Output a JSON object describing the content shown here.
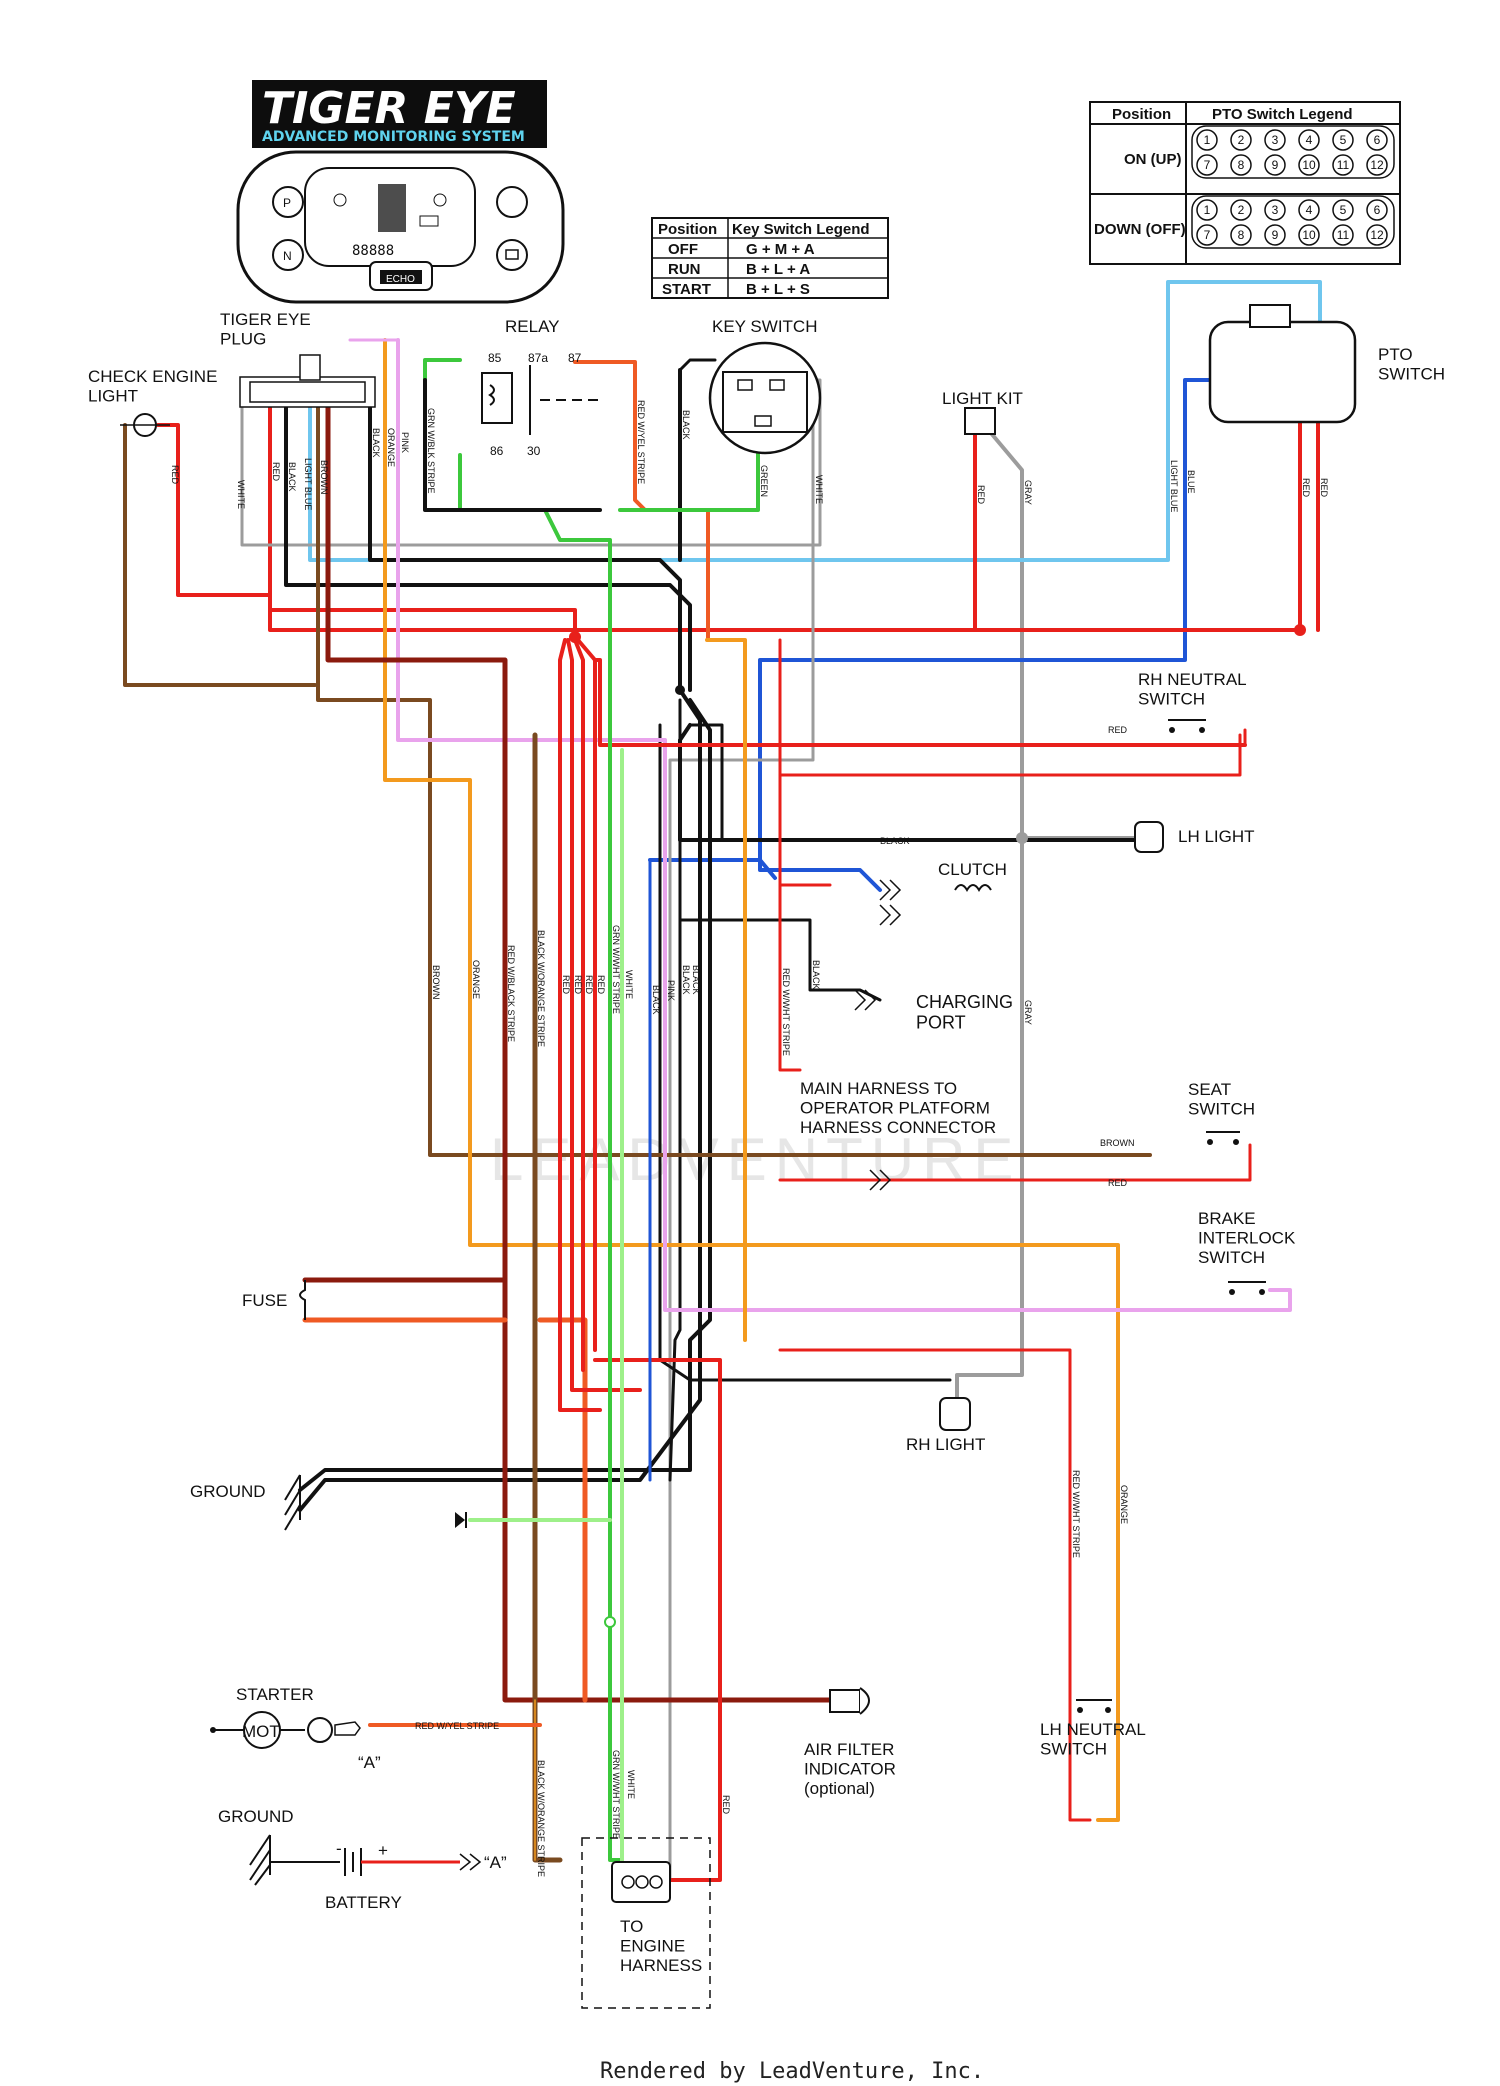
{
  "logo": {
    "line1": "TIGER EYE",
    "line2": "ADVANCED MONITORING SYSTEM"
  },
  "display": {
    "brand": "ECHO",
    "segments": "88888",
    "buttons": [
      "P",
      "N"
    ]
  },
  "pto_legend": {
    "header_position": "Position",
    "header_legend": "PTO Switch Legend",
    "rows": [
      {
        "position": "ON (UP)",
        "pins_top": [
          "1",
          "2",
          "3",
          "4",
          "5",
          "6"
        ],
        "pins_bottom": [
          "7",
          "8",
          "9",
          "10",
          "11",
          "12"
        ]
      },
      {
        "position": "DOWN (OFF)",
        "pins_top": [
          "1",
          "2",
          "3",
          "4",
          "5",
          "6"
        ],
        "pins_bottom": [
          "7",
          "8",
          "9",
          "10",
          "11",
          "12"
        ]
      }
    ]
  },
  "key_legend": {
    "header_position": "Position",
    "header_legend": "Key Switch Legend",
    "rows": [
      {
        "position": "OFF",
        "value": "G + M + A"
      },
      {
        "position": "RUN",
        "value": "B + L + A"
      },
      {
        "position": "START",
        "value": "B + L + S"
      }
    ]
  },
  "components": {
    "tiger_eye_plug": "TIGER EYE\nPLUG",
    "check_engine_light": "CHECK ENGINE\nLIGHT",
    "relay": "RELAY",
    "relay_pins": [
      "85",
      "87a",
      "87",
      "86",
      "30"
    ],
    "key_switch": "KEY SWITCH",
    "light_kit": "LIGHT KIT",
    "pto_switch": "PTO\nSWITCH",
    "rh_neutral_switch": "RH NEUTRAL\nSWITCH",
    "lh_light": "LH LIGHT",
    "clutch": "CLUTCH",
    "charging_port": "CHARGING\nPORT",
    "main_harness": "MAIN HARNESS TO\nOPERATOR PLATFORM\nHARNESS CONNECTOR",
    "seat_switch": "SEAT\nSWITCH",
    "brake_interlock_switch": "BRAKE\nINTERLOCK\nSWITCH",
    "fuse": "FUSE",
    "rh_light": "RH LIGHT",
    "ground_upper": "GROUND",
    "lh_neutral_switch": "LH NEUTRAL\nSWITCH",
    "starter": "STARTER",
    "starter_motor": "MOT",
    "starter_ref": "“A”",
    "air_filter": "AIR FILTER\nINDICATOR\n(optional)",
    "ground_lower": "GROUND",
    "battery": "BATTERY",
    "battery_ref": "“A”",
    "battery_minus": "-",
    "battery_plus": "+",
    "to_engine_harness": "TO\nENGINE\nHARNESS"
  },
  "wire_labels": {
    "white": "WHITE",
    "red": "RED",
    "black": "BLACK",
    "light_blue": "LIGHT BLUE",
    "brown": "BROWN",
    "orange": "ORANGE",
    "pink": "PINK",
    "grn_wblk": "GRN W/BLK STRIPE",
    "red_wyel": "RED W/YEL STRIPE",
    "green": "GREEN",
    "gray": "GRAY",
    "blue": "BLUE",
    "red_wblk": "RED W/BLACK STRIPE",
    "blk_worange": "BLACK W/ORANGE STRIPE",
    "grn_wwht": "GRN W/WHT STRIPE",
    "red_wwht": "RED W/WHT STRIPE"
  },
  "watermark": "LEADVENTURE",
  "footer": "Rendered by LeadVenture, Inc.",
  "colors": {
    "red": "#e8201b",
    "darkred": "#8b1a0e",
    "orange": "#f39a1e",
    "green": "#3cc83c",
    "lightgreen": "#9ef08a",
    "blue": "#1f55d6",
    "lightblue": "#6fc6ee",
    "pink": "#e9a3ec",
    "brown": "#7a4a20",
    "gray": "#9c9c9c",
    "black": "#111111",
    "redorange": "#ef5a24"
  }
}
